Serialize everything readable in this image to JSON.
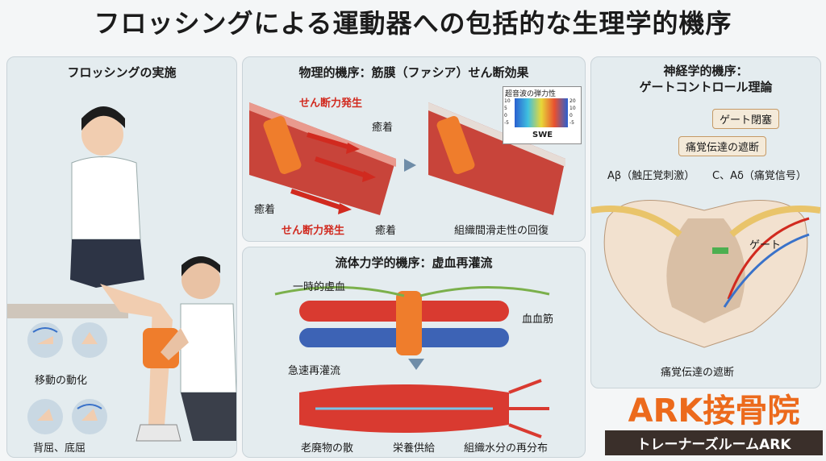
{
  "title": "フロッシングによる運動器への包括的な生理学的機序",
  "left_panel": {
    "heading": "フロッシングの実施",
    "movement_label": "移動の動化",
    "flexion_label": "背屈、底屈"
  },
  "physical_panel": {
    "heading": "物理的機序：筋膜（ファシア）せん断効果",
    "shear_top": "せん断力発生",
    "shear_bottom": "せん断力発生",
    "adhesion_1": "癒着",
    "adhesion_2": "癒着",
    "adhesion_3": "癒着",
    "swe_title": "超音波の弾力性",
    "swe_label": "SWE",
    "swe_left_ticks": [
      "10",
      "5",
      "0",
      "-5"
    ],
    "swe_right_ticks": [
      "20",
      "10",
      "0",
      "-5"
    ],
    "recovery": "組織間滑走性の回復"
  },
  "fluid_panel": {
    "heading": "流体力学的機序：虚血再灌流",
    "ischemia": "一時的虚血",
    "vessel": "血血筋",
    "reperfusion": "急速再灌流",
    "waste": "老廃物の散",
    "nutrition": "栄養供給",
    "redistribution": "組織水分の再分布"
  },
  "neuro_panel": {
    "heading_1": "神経学的機序：",
    "heading_2": "ゲートコントロール理論",
    "gate_closed": "ゲート閉塞",
    "pain_block_top": "痛覚伝達の遮断",
    "a_beta": "Aβ（触圧覚刺激）",
    "c_adelta": "C、Aδ（痛覚信号）",
    "gate": "ゲート",
    "pain_block_bottom": "痛覚伝達の遮断"
  },
  "brand": {
    "name": "ARK接骨院",
    "sub": "トレーナーズルームARK",
    "color": "#ec6a1c"
  },
  "colors": {
    "band": "#ef7d2c",
    "muscle": "#c8443a",
    "artery": "#d93a30",
    "vein": "#3d63b5"
  }
}
